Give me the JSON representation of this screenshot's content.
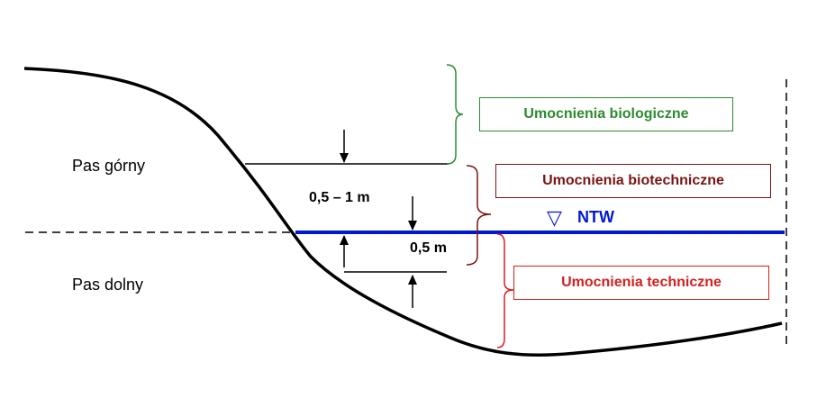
{
  "zones": {
    "upper": "Pas górny",
    "lower": "Pas dolny"
  },
  "measures": {
    "upper": "0,5 – 1 m",
    "lower": "0,5 m"
  },
  "water_level": {
    "label": "NTW",
    "symbol": "▽"
  },
  "reinforcements": {
    "biological": "Umocnienia biologiczne",
    "biotechnical": "Umocnienia biotechniczne",
    "technical": "Umocnienia techniczne"
  },
  "colors": {
    "biological": "#2e8b2e",
    "biotechnical": "#7a1414",
    "technical": "#d42020",
    "water": "#0018d0",
    "line": "#000000"
  }
}
